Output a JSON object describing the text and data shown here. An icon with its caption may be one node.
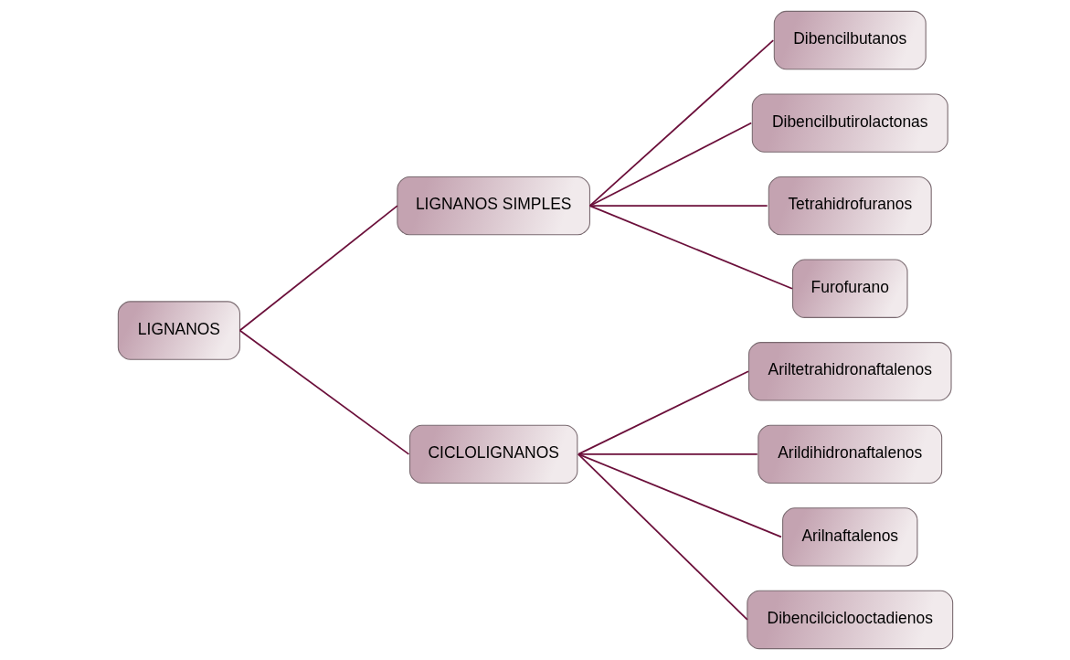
{
  "diagram": {
    "nodes": [
      {
        "text": [
          "LIGNANOS"
        ]
      },
      {
        "text": [
          "LIGNANOS SIMPLES"
        ]
      },
      {
        "text": [
          "Dibencilbutanos"
        ]
      },
      {
        "text": [
          "Dibencilbutirolactonas"
        ]
      },
      {
        "text": [
          "Tetrahidrofuranos"
        ]
      },
      {
        "text": [
          "Furofurano"
        ]
      },
      {
        "text": [
          "CICLOLIGNANOS"
        ]
      },
      {
        "text": [
          "Ariltetrahidronaftalenos"
        ]
      },
      {
        "text": [
          "Arildihidronaftalenos"
        ]
      },
      {
        "text": [
          "Arilnaftalenos"
        ]
      },
      {
        "text": [
          "Dibencilciclooctadienos"
        ]
      }
    ],
    "edges": [
      {
        "from": 0,
        "to": 1,
        "arrow": "none"
      },
      {
        "from": 0,
        "to": 6,
        "arrow": "none"
      },
      {
        "from": 1,
        "to": 2,
        "arrow": "none"
      },
      {
        "from": 1,
        "to": 3,
        "arrow": "none"
      },
      {
        "from": 1,
        "to": 4,
        "arrow": "none"
      },
      {
        "from": 1,
        "to": 5,
        "arrow": "none"
      },
      {
        "from": 6,
        "to": 7,
        "arrow": "none"
      },
      {
        "from": 6,
        "to": 8,
        "arrow": "none"
      },
      {
        "from": 6,
        "to": 9,
        "arrow": "none"
      },
      {
        "from": 6,
        "to": 10,
        "arrow": "none"
      }
    ]
  }
}
